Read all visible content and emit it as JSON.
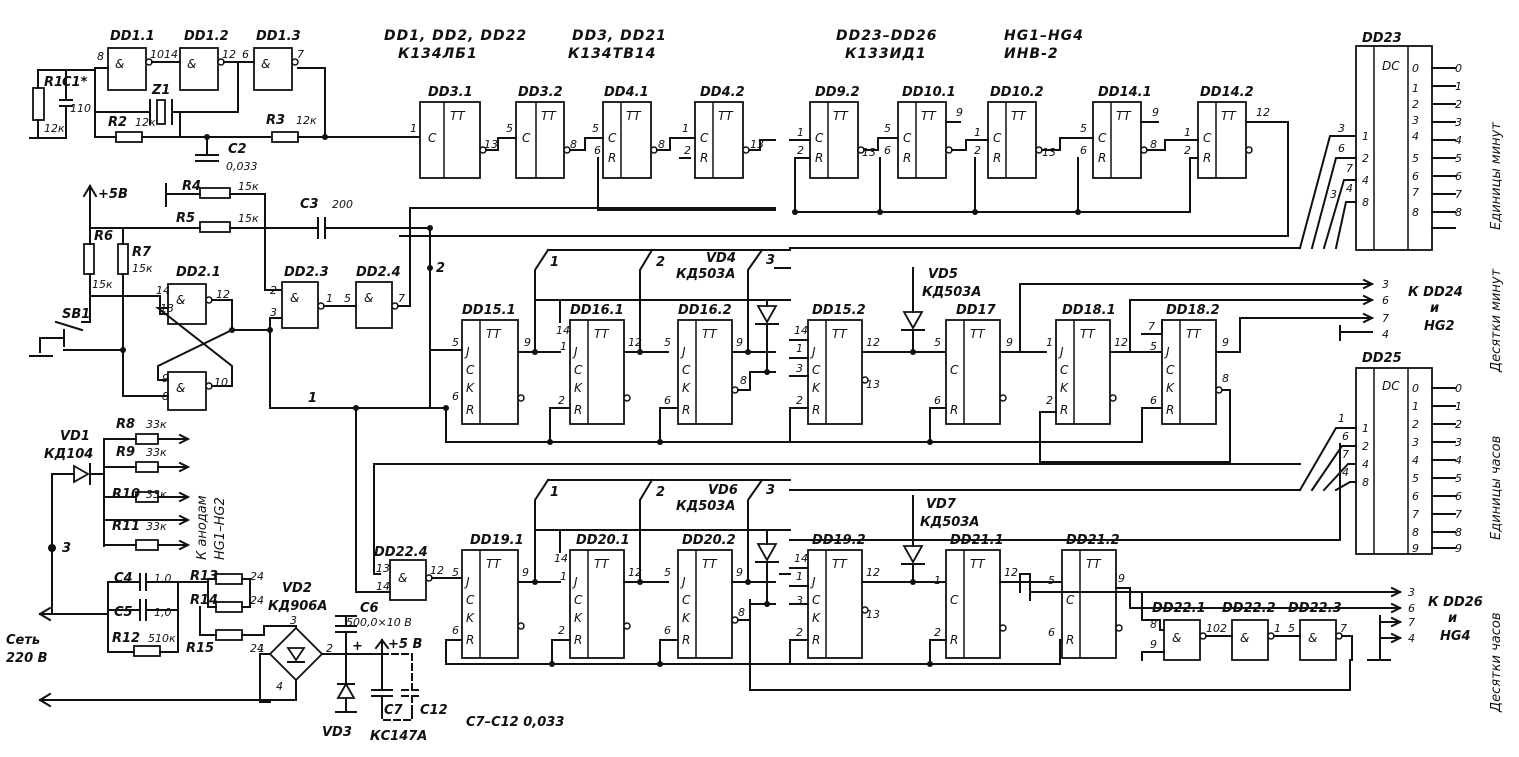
{
  "header": {
    "dd1_group": "DD1, DD2, DD22",
    "dd1_type": "К134ЛБ1",
    "dd3_group": "DD3, DD21",
    "dd3_type": "К134ТВ14",
    "dd23_group": "DD23–DD26",
    "dd23_type": "К133ИД1",
    "hg_group": "HG1–HG4",
    "hg_type": "ИНВ-2"
  },
  "components": {
    "dd11": "DD1.1",
    "dd12": "DD1.2",
    "dd13": "DD1.3",
    "dd31": "DD3.1",
    "dd32": "DD3.2",
    "dd41": "DD4.1",
    "dd42": "DD4.2",
    "dd92": "DD9.2",
    "dd101": "DD10.1",
    "dd102": "DD10.2",
    "dd141": "DD14.1",
    "dd142": "DD14.2",
    "dd23": "DD23",
    "dd25": "DD25",
    "dd21": "DD2.1",
    "dd23g": "DD2.3",
    "dd24": "DD2.4",
    "dd151": "DD15.1",
    "dd161": "DD16.1",
    "dd162": "DD16.2",
    "dd152": "DD15.2",
    "dd17": "DD17",
    "dd181": "DD18.1",
    "dd182": "DD18.2",
    "dd224": "DD22.4",
    "dd191": "DD19.1",
    "dd201": "DD20.1",
    "dd202": "DD20.2",
    "dd192": "DD19.2",
    "dd211": "DD21.1",
    "dd212": "DD21.2",
    "dd221": "DD22.1",
    "dd222": "DD22.2",
    "dd223": "DD22.3",
    "r1": "R1",
    "c1": "C1*",
    "z1": "Z1",
    "r2": "R2",
    "r2v": "12к",
    "r1v": "12к",
    "c2": "C2",
    "c2v": "0,033",
    "r3": "R3",
    "r3v": "12к",
    "r4": "R4",
    "r4v": "15к",
    "r5": "R5",
    "r5v": "15к",
    "c3": "C3",
    "c3v": "200",
    "r6": "R6",
    "r6v": "15к",
    "r7": "R7",
    "r7v": "15к",
    "sb1": "SB1",
    "plus5": "+5В",
    "vd1": "VD1",
    "vd1t": "КД104",
    "r8": "R8",
    "r9": "R9",
    "r10": "R10",
    "r11": "R11",
    "r33k": "33к",
    "anodes1": "К анодам",
    "anodes2": "HG1–HG2",
    "c4": "C4",
    "c4v": "1,0",
    "c5": "C5",
    "c5v": "1,0",
    "r12": "R12",
    "r12v": "510к",
    "r13": "R13",
    "r14": "R14",
    "r15": "R15",
    "rv24": "24",
    "vd2": "VD2",
    "vd2t": "КД906А",
    "vd3": "VD3",
    "vd3t": "КС147А",
    "c6": "C6",
    "c6v": "500,0×10 В",
    "plus5b": "+5 В",
    "c7": "C7",
    "c12": "C12",
    "c7c12": "C7–C12  0,033",
    "mains1": "Сеть",
    "mains2": "220 В",
    "vd4": "VD4",
    "vd4t": "КД503А",
    "vd5": "VD5",
    "vd5t": "КД503А",
    "vd6": "VD6",
    "vd6t": "КД503А",
    "vd7": "VD7",
    "vd7t": "КД503А",
    "tt": "TT",
    "dc": "DC",
    "amp": "&",
    "to_dd24_1": "К DD24",
    "to_dd24_2": "и",
    "to_dd24_3": "HG2",
    "to_dd26_1": "К DD26",
    "to_dd26_2": "и",
    "to_dd26_3": "HG4",
    "node1": "1",
    "node2": "2",
    "node3": "3"
  },
  "side_labels": {
    "units_min": "Единицы минут",
    "tens_min": "Десятки минут",
    "units_hour": "Единицы часов",
    "tens_hour": "Десятки часов"
  }
}
